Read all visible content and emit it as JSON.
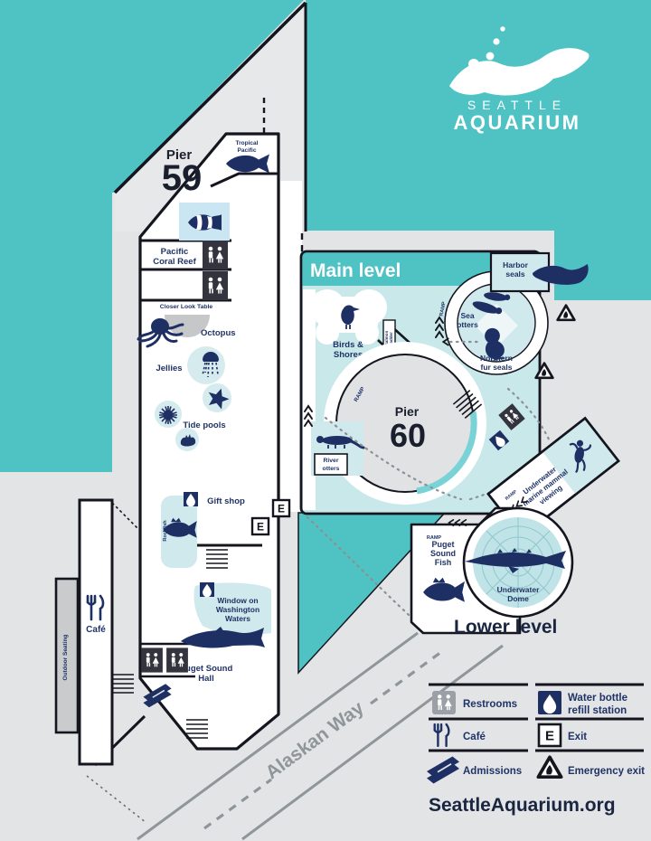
{
  "logo": {
    "line1": "SEATTLE",
    "line2": "AQUARIUM"
  },
  "piers": {
    "p59_word": "Pier",
    "p59_num": "59",
    "p60_word": "Pier",
    "p60_num": "60"
  },
  "levels": {
    "main": "Main level",
    "lower": "Lower level"
  },
  "exhibits": {
    "tropical_pacific": [
      "Tropical",
      "Pacific"
    ],
    "pacific_coral_reef": [
      "Pacific",
      "Coral Reef"
    ],
    "closer_look_table": "Closer Look Table",
    "octopus": "Octopus",
    "jellies": "Jellies",
    "tide_pools": "Tide pools",
    "gift_shop": "Gift shop",
    "rockfish": "Rockfish",
    "window_on_washington_waters": [
      "Window on",
      "Washington",
      "Waters"
    ],
    "puget_sound_hall": [
      "Puget Sound",
      "Hall"
    ],
    "cafe": "Café",
    "outdoor_seating": "Outdoor Seating",
    "birds_and_shores": [
      "Birds &",
      "Shores"
    ],
    "salmon_ladder": [
      "Salmon",
      "ladder"
    ],
    "harbor_seals": [
      "Harbor",
      "seals"
    ],
    "sea_otters": [
      "Sea",
      "otters"
    ],
    "northern_fur_seals": [
      "Northern",
      "fur seals"
    ],
    "river_otters": [
      "River",
      "otters"
    ],
    "underwater_marine_mammal_viewing": [
      "Underwater",
      "marine mammal",
      "viewing"
    ],
    "puget_sound_fish": [
      "Puget",
      "Sound",
      "Fish"
    ],
    "underwater_dome": [
      "Underwater",
      "Dome"
    ]
  },
  "wayfinding": {
    "ramp": "RAMP",
    "street": "Alaskan Way",
    "exit_letter": "E"
  },
  "legend": {
    "restrooms": "Restrooms",
    "water_bottle": [
      "Water bottle",
      "refill station"
    ],
    "cafe": "Café",
    "exit": "Exit",
    "admissions": "Admissions",
    "emergency_exit": "Emergency exit"
  },
  "website": "SeattleAquarium.org",
  "colors": {
    "teal": "#4fc2c4",
    "pool": "#cfe9ec",
    "navy": "#1d2f63",
    "wall": "#15151f",
    "bg": "#e3e4e6"
  }
}
